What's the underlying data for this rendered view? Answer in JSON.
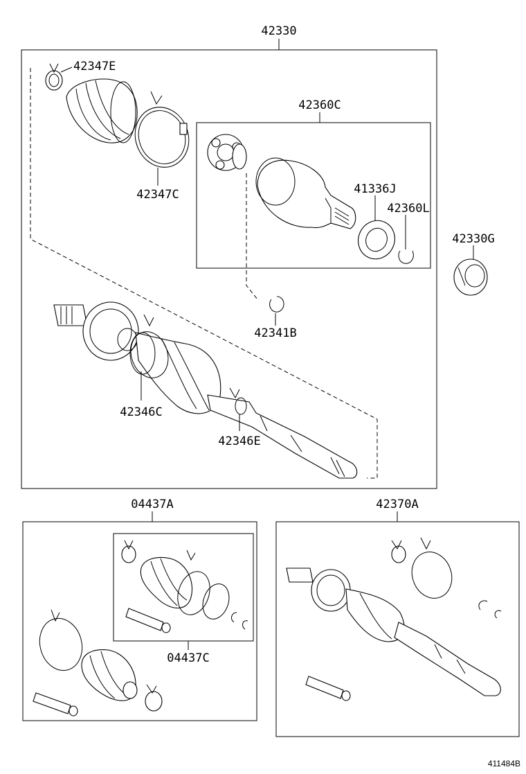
{
  "labels": {
    "assembly_main": "42330",
    "clamp_outer_small": "42347E",
    "clamp_outer_large": "42347C",
    "inboard_joint": "42360C",
    "inboard_seal": "41336J",
    "inboard_snap_ring": "42360L",
    "bearing": "42330G",
    "snap_ring": "42341B",
    "clamp_boot_large": "42346C",
    "clamp_boot_small": "42346E",
    "boot_kit_outer": "04437A",
    "boot_kit_inner": "04437C",
    "shaft_assembly": "42370A",
    "drawing_code": "411484B"
  }
}
